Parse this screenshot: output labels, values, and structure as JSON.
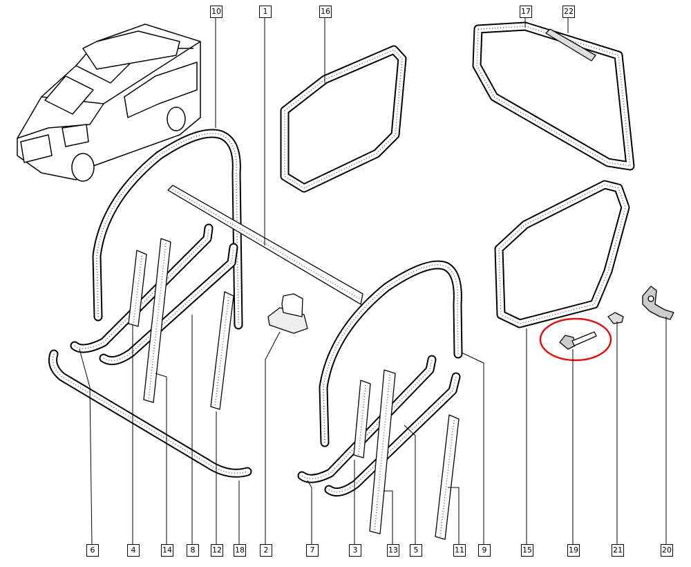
{
  "diagram": {
    "callouts": {
      "p1": "1",
      "p2": "2",
      "p3": "3",
      "p4": "4",
      "p5": "5",
      "p6": "6",
      "p7": "7",
      "p8": "8",
      "p9": "9",
      "p10": "10",
      "p11": "11",
      "p12": "12",
      "p13": "13",
      "p14": "14",
      "p15": "15",
      "p16": "16",
      "p17": "17",
      "p18": "18",
      "p19": "19",
      "p20": "20",
      "p21": "21",
      "p22": "22"
    },
    "highlight_color": "#e01010",
    "highlighted_part": "19"
  }
}
